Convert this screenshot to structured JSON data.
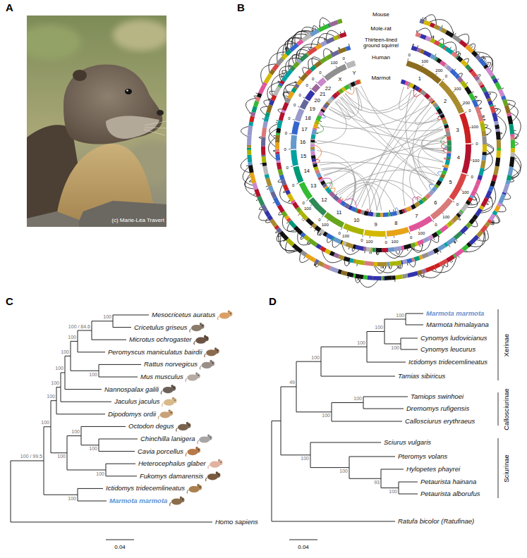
{
  "diagram": {
    "labels": [
      "A",
      "B",
      "C",
      "D",
      "(c) Marie-Léa Travert",
      "Mouse",
      "Mole-rat",
      "Thirteen-lined ground squirrel",
      "Human",
      "Marmot",
      "1",
      "2",
      "3",
      "4",
      "5",
      "6",
      "7",
      "8",
      "9",
      "10",
      "11",
      "12",
      "13",
      "14",
      "15",
      "16",
      "17",
      "18",
      "19",
      "20",
      "21",
      "22",
      "X",
      "Y",
      "0",
      "100",
      "200",
      "0",
      "100",
      "200",
      "0",
      "100",
      "0",
      "100",
      "0",
      "100",
      "0",
      "100",
      "0",
      "100",
      "0",
      "100",
      "0",
      "100",
      "0",
      "100",
      "0",
      "100",
      "0",
      "100",
      "0",
      "0",
      "0",
      "0",
      "0",
      "0",
      "0",
      "0",
      "0",
      "0",
      "0",
      "100",
      "0",
      "Mesocricetus auratus",
      "Cricetulus griseus",
      "Microtus ochrogaster",
      "Peromyscus maniculatus bairdii",
      "Rattus norvegicus",
      "Mus musculus",
      "Nannospalax galili",
      "Jaculus jaculus",
      "Dipodomys ordii",
      "Octodon degus",
      "Chinchilla lanigera",
      "Cavia porcellus",
      "Heterocephalus glaber",
      "Fukomys damarensis",
      "Ictidomys tridecemlineatus",
      "Marmota marmota",
      "Homo sapiens",
      "100 / 99.5",
      "100",
      "100",
      "100",
      "100",
      "100",
      "100",
      "100 / 84.6",
      "100",
      "100",
      "100",
      "100",
      "100",
      "100",
      "100",
      "0.04",
      "Marmota marmota",
      "Marmota himalayana",
      "Cynomys ludovicianus",
      "Cynomys leucurus",
      "Ictidomys tridecemlineatus",
      "Tamias sibiricus",
      "Tamiops swinhoei",
      "Dremomys rufigensis",
      "Callosciurus erythraeus",
      "Sciurus vulgaris",
      "Pteromys volans",
      "Hylopetes phayrei",
      "Petaurista hainana",
      "Petaurista alborufus",
      "Ratufa bicolor (Ratufinae)",
      "49",
      "100",
      "100",
      "100",
      "100",
      "100",
      "100",
      "100",
      "100",
      "100",
      "93",
      "100",
      "0.04",
      "Xerinae",
      "Callosciurinae",
      "Sciurinae"
    ]
  }
}
